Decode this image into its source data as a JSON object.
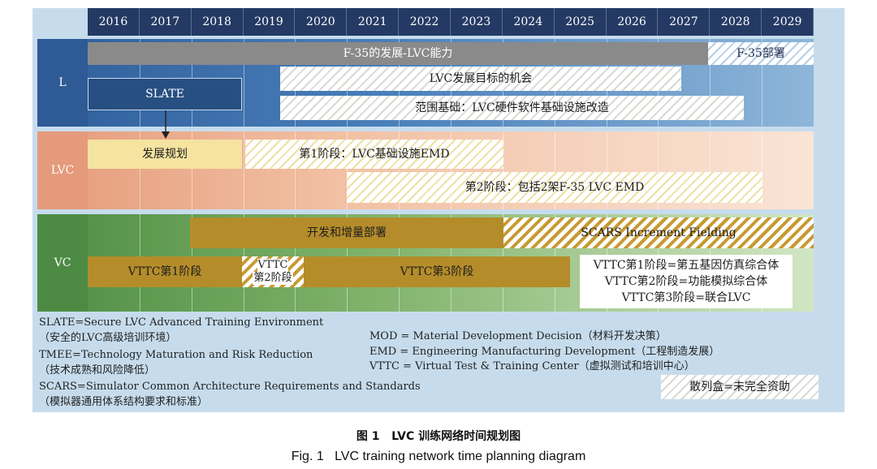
{
  "years": [
    "2016",
    "2017",
    "2018",
    "2019",
    "2020",
    "2021",
    "2022",
    "2023",
    "2024",
    "2025",
    "2026",
    "2027",
    "2028",
    "2029"
  ],
  "rows": {
    "l": "L",
    "lvc": "LVC",
    "vc": "VC"
  },
  "bars": {
    "f35_dev": "F-35的发展-LVC能力",
    "f35_deploy": "F-35部署",
    "slate": "SLATE",
    "lvc_opp": "LVC发展目标的机会",
    "scope": "范围基础：LVC硬件软件基础设施改造",
    "dev_plan": "发展规划",
    "stage1": "第1阶段：LVC基础设施EMD",
    "stage2": "第2阶段：包括2架F-35 LVC EMD",
    "dev_deploy": "开发和增量部署",
    "scars_field": "SCARS Increment Fielding",
    "vttc1": "VTTC第1阶段",
    "vttc2_a": "VTTC",
    "vttc2_b": "第2阶段",
    "vttc3": "VTTC第3阶段"
  },
  "vttc_legend": [
    "VTTC第1阶段=第五基因仿真综合体",
    "VTTC第2阶段=功能模拟综合体",
    "VTTC第3阶段=联合LVC"
  ],
  "notes_left": [
    "SLATE=Secure LVC Advanced Training Environment",
    "（安全的LVC高级培训环境）",
    "TMEE=Technology Maturation and Risk Reduction",
    "（技术成熟和风险降低）",
    "SCARS=Simulator Common Architecture Requirements and Standards",
    "（模拟器通用体系结构要求和标准）"
  ],
  "notes_right": [
    "MOD = Material Development Decision（材料开发决策）",
    "EMD = Engineering Manufacturing Development（工程制造发展）",
    "VTTC = Virtual Test & Training Center（虚拟测试和培训中心）"
  ],
  "hatch_legend": "散列盒=未完全资助",
  "caption_cn": "图 1   LVC 训练网络时间规划图",
  "caption_en": "Fig. 1   LVC training network time planning diagram",
  "colors": {
    "year_header": "#243a64",
    "lane_l": "#3b6aa5",
    "lane_lvc": "#f0c2a4",
    "lane_vc": "#7aa76a",
    "bar_grey": "#8a8a8a",
    "bar_navy": "#274f82",
    "bar_yellow": "#f5e3a0",
    "bar_brown": "#b48d2a"
  }
}
